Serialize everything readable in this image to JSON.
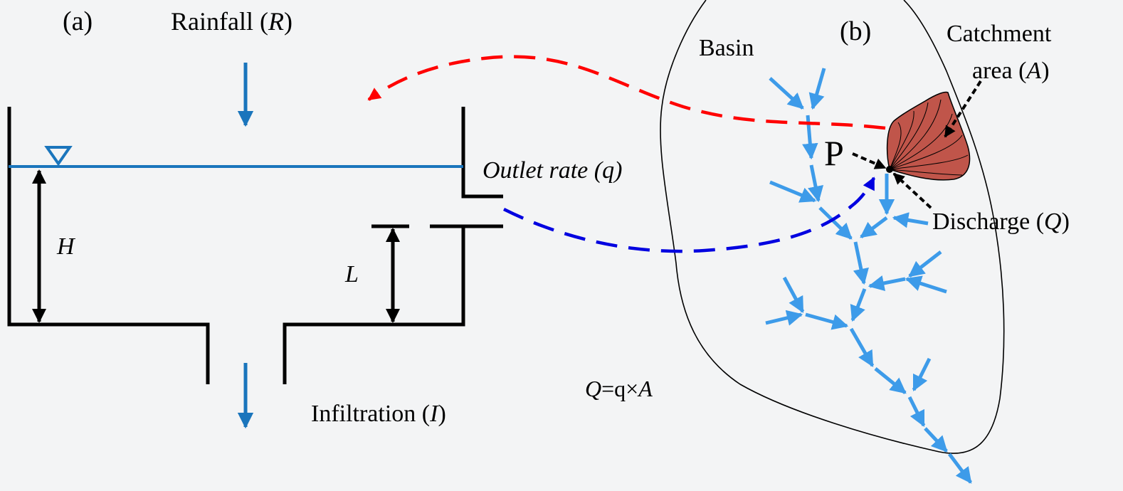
{
  "panel_a": {
    "tag": "(a)",
    "rainfall": {
      "pre": "Rainfall (",
      "sym": "R",
      "post": ")"
    },
    "depth_symbol": "H",
    "outlet_height_symbol": "L",
    "outlet_rate": "Outlet rate (q)",
    "infiltration": {
      "pre": "Infiltration (",
      "sym": "I",
      "post": ")"
    }
  },
  "panel_b": {
    "tag": "(b)",
    "basin": "Basin",
    "catchment_line1": "Catchment",
    "catchment_line2": {
      "pre": "area (",
      "sym": "A",
      "post": ")"
    },
    "point": "P",
    "discharge": {
      "pre": "Discharge (",
      "sym": "Q",
      "post": ")"
    }
  },
  "equation": {
    "lhs": "Q",
    "mid": "=q×",
    "rhs": "A"
  },
  "colors": {
    "water_blue": "#1a75bc",
    "river_blue": "#3d9be9",
    "link_red": "#ff0000",
    "link_blue": "#0000e0",
    "catchment_fill": "#c0554a",
    "line_black": "#000000"
  }
}
